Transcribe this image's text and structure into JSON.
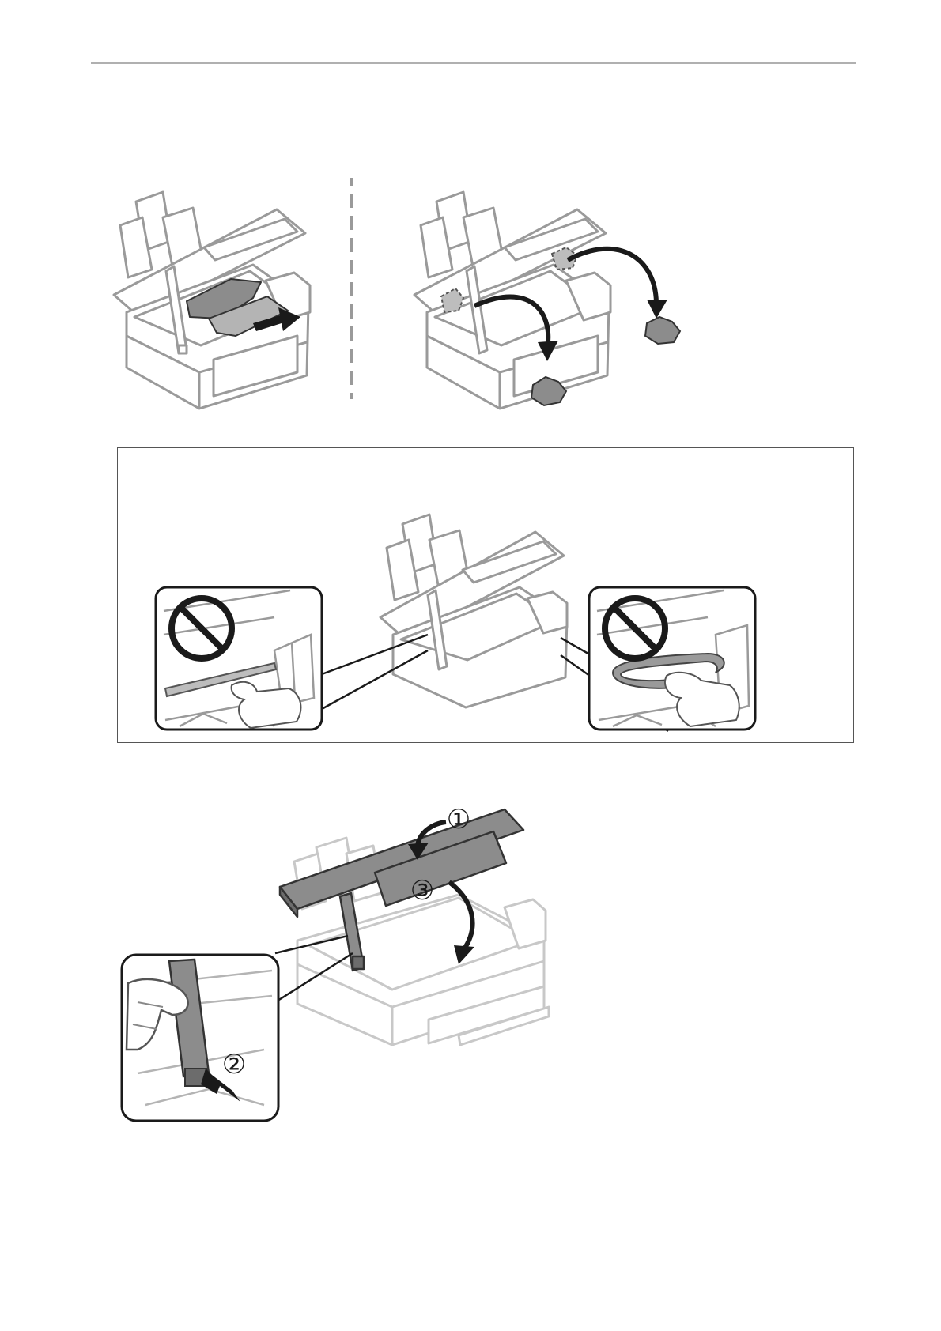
{
  "page": {
    "rule_color": "#b0b0b0",
    "line_color": "#9a9a9a",
    "dark_color": "#1a1a1a",
    "fill_dark": "#8c8c8c",
    "fill_light": "#d7d7d7"
  },
  "step_figure": {
    "left_panel_icon": "printer-open-remove-jammed-paper",
    "divider": "dashed",
    "right_panel_icon": "printer-open-remove-torn-pieces"
  },
  "caution_box": {
    "left_callout_icon": "no-touch-translucent-cable-prohibited",
    "center_icon": "printer-open-interior",
    "right_callout_icon": "no-touch-flat-cable-prohibited"
  },
  "close_figure": {
    "callouts": [
      "①",
      "②",
      "③"
    ],
    "inset_icon": "scanner-support-push"
  }
}
